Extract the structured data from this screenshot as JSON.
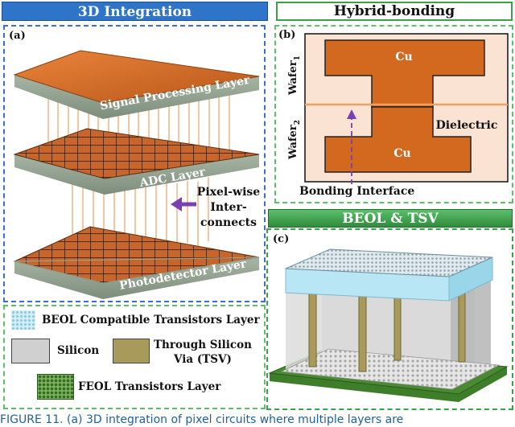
{
  "panel_a": {
    "title": "3D Integration",
    "label": "(a)",
    "layers": [
      "Signal Processing Layer",
      "ADC Layer",
      "Photodetector Layer"
    ],
    "annotation_lines": [
      "Pixel-wise",
      "Inter-",
      "connects"
    ]
  },
  "panel_b": {
    "title": "Hybrid-bonding",
    "label": "(b)",
    "wafer1_base": "Wafer",
    "wafer1_sub": "1",
    "wafer2_base": "Wafer",
    "wafer2_sub": "2",
    "cu_top": "Cu",
    "cu_bottom": "Cu",
    "dielectric": "Dielectric",
    "bonding_interface": "Bonding Interface"
  },
  "panel_c": {
    "title": "BEOL & TSV",
    "label": "(c)"
  },
  "legend": {
    "beol": "BEOL Compatible Transistors Layer",
    "silicon": "Silicon",
    "tsv_line1": "Through Silicon",
    "tsv_line2": "Via (TSV)",
    "feol": "FEOL Transistors Layer"
  },
  "caption": {
    "text": "FIGURE 11.   (a) 3D integration of pixel circuits where multiple layers are"
  },
  "colors": {
    "banner_blue": "#2e74c8",
    "banner_green": "#3aa04a",
    "copper": "#d2691e",
    "dielectric": "#fbe3d4",
    "interconnect": "#f0a060",
    "arrow_purple": "#7a3fb0",
    "silicon": "#d0d0d0",
    "tsv": "#a89a5a",
    "beol": "#b8e6f5",
    "feol": "#3e7d2a"
  }
}
